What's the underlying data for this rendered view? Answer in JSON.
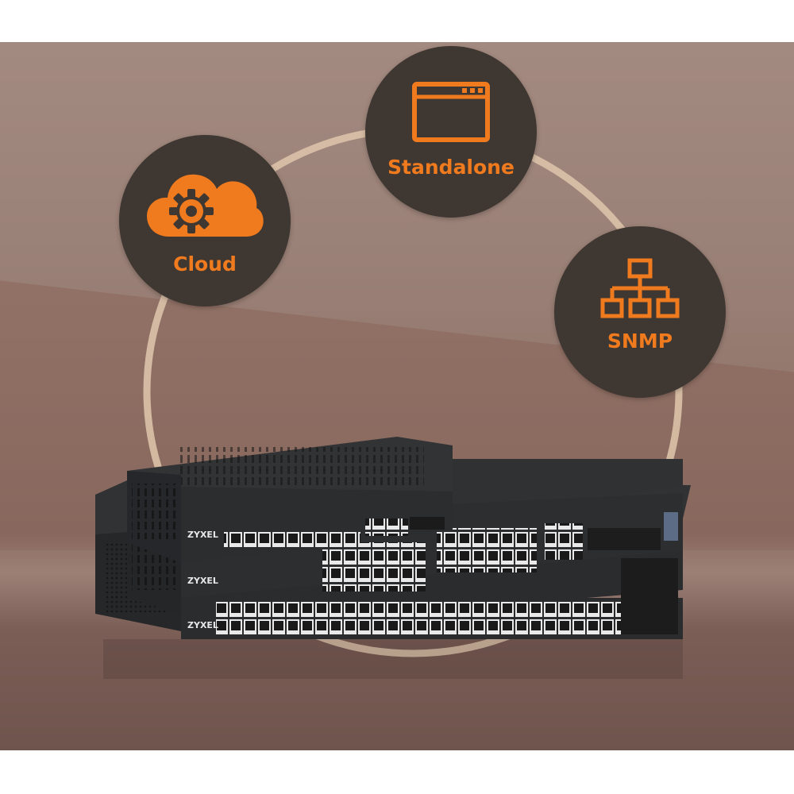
{
  "colors": {
    "accent": "#f07a1e",
    "badge_bg": "#3f3731",
    "ring": "#dcc2a8",
    "switch_body": "#2b2c2e"
  },
  "badges": {
    "cloud": {
      "label": "Cloud",
      "icon": "cloud-gear-icon"
    },
    "standalone": {
      "label": "Standalone",
      "icon": "browser-window-icon"
    },
    "snmp": {
      "label": "SNMP",
      "icon": "network-tree-icon"
    }
  },
  "product": {
    "brand": "ZYXEL"
  }
}
